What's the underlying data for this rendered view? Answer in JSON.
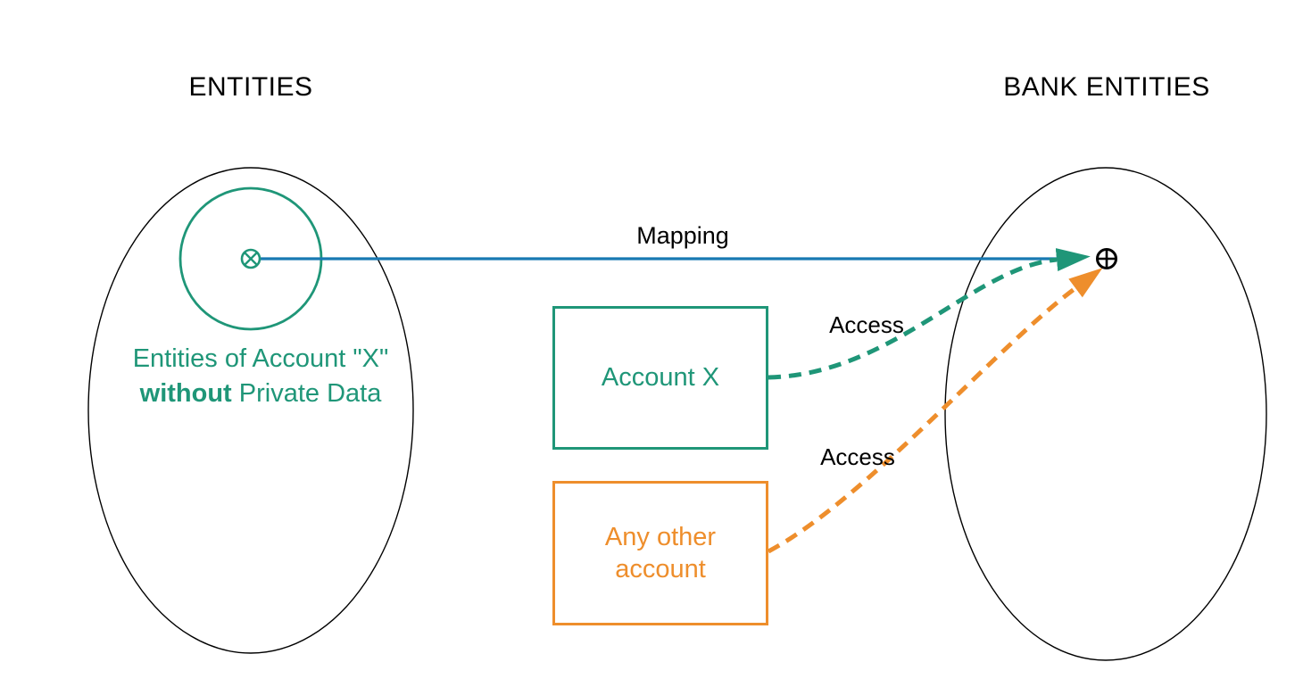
{
  "diagram": {
    "left_set": {
      "title": "ENTITIES",
      "inner_label_line1": "Entities of Account \"X\"",
      "inner_label_bold": "without",
      "inner_label_rest": " Private Data"
    },
    "right_set": {
      "title": "BANK ENTITIES"
    },
    "nodes": {
      "account_x_label": "Account X",
      "any_other_label": "Any other\naccount"
    },
    "edges": {
      "mapping_label": "Mapping",
      "access_teal_label": "Access",
      "access_orange_label": "Access"
    },
    "symbols": {
      "source_point": "circled-times",
      "target_point": "circled-plus"
    },
    "colors": {
      "teal": "#1F9678",
      "blue": "#1879B2",
      "orange": "#EE8E2C",
      "outline_black": "#000000"
    }
  }
}
